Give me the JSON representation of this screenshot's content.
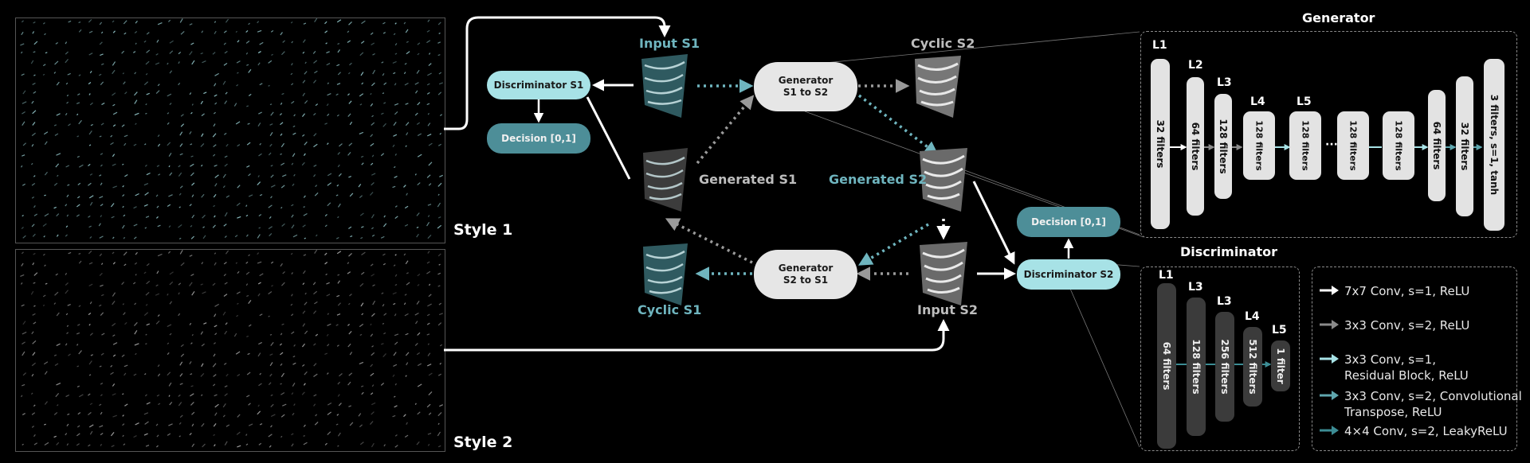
{
  "style_panels": {
    "style1": "Style 1",
    "style2": "Style 2"
  },
  "sample_labels": {
    "input_s1": "Input S1",
    "cyclic_s2": "Cyclic S2",
    "generated_s1": "Generated S1",
    "generated_s2": "Generated S2",
    "cyclic_s1": "Cyclic S1",
    "input_s2": "Input S2"
  },
  "nodes": {
    "disc_s1": "Discriminator S1",
    "decision_s1": "Decision [0,1]",
    "gen_s1_s2": [
      "Generator",
      "S1 to S2"
    ],
    "gen_s2_s1": [
      "Generator",
      "S2 to S1"
    ],
    "decision_s2": "Decision [0,1]",
    "disc_s2": "Discriminator S2"
  },
  "generator_panel": {
    "title": "Generator",
    "layer_labels": [
      "L1",
      "L2",
      "L3",
      "L4",
      "L5"
    ],
    "bars": [
      "32 filters",
      "64 filters",
      "128 filters",
      "128 filters",
      "128 filters",
      "128 filters",
      "128 filters",
      "64 filters",
      "32 filters",
      "3 filters, s=1, tanh"
    ],
    "ellipsis": "···"
  },
  "discriminator_panel": {
    "title": "Discriminator",
    "layer_labels": [
      "L1",
      "L3",
      "L3",
      "L4",
      "L5"
    ],
    "bars": [
      "64 filters",
      "128 filters",
      "256 filters",
      "512 filters",
      "1 filter"
    ]
  },
  "legend": [
    {
      "color": "#ffffff",
      "lines": [
        "7x7 Conv, s=1, ReLU"
      ]
    },
    {
      "color": "#8a8a8a",
      "lines": [
        "3x3 Conv, s=2, ReLU"
      ]
    },
    {
      "color": "#a7e2e6",
      "lines": [
        "3x3 Conv, s=1,",
        "Residual Block, ReLU"
      ]
    },
    {
      "color": "#5fa6ae",
      "lines": [
        "3x3 Conv, s=2, Convolutional",
        "Transpose, ReLU"
      ]
    },
    {
      "color": "#3c8c94",
      "lines": [
        "4×4 Conv, s=2, LeakyReLU"
      ]
    }
  ],
  "colors": {
    "teal_light": "#a7e2e6",
    "teal_dark": "#4d8e98",
    "label_teal": "#6fb5bf",
    "label_gray": "#bdbdbd"
  }
}
